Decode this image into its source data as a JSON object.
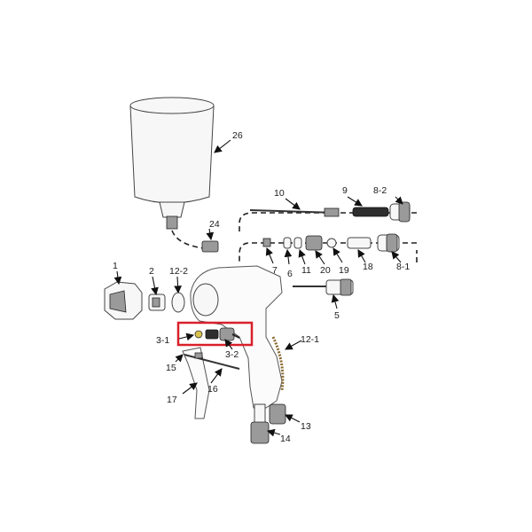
{
  "colors": {
    "highlight": "#d9202b",
    "line": "#444444",
    "background": "#ffffff"
  },
  "parts": [
    {
      "id": "p1",
      "label": "1"
    },
    {
      "id": "p2",
      "label": "2"
    },
    {
      "id": "p12_2",
      "label": "12-2"
    },
    {
      "id": "p26",
      "label": "26"
    },
    {
      "id": "p24",
      "label": "24"
    },
    {
      "id": "p10",
      "label": "10"
    },
    {
      "id": "p9",
      "label": "9"
    },
    {
      "id": "p8_2",
      "label": "8-2"
    },
    {
      "id": "p7",
      "label": "7"
    },
    {
      "id": "p6",
      "label": "6"
    },
    {
      "id": "p11",
      "label": "11"
    },
    {
      "id": "p20",
      "label": "20"
    },
    {
      "id": "p19",
      "label": "19"
    },
    {
      "id": "p18",
      "label": "18"
    },
    {
      "id": "p8_1",
      "label": "8-1"
    },
    {
      "id": "p5",
      "label": "5"
    },
    {
      "id": "p3_1",
      "label": "3-1"
    },
    {
      "id": "p3_2",
      "label": "3-2"
    },
    {
      "id": "p12_1",
      "label": "12-1"
    },
    {
      "id": "p15",
      "label": "15"
    },
    {
      "id": "p16",
      "label": "16"
    },
    {
      "id": "p17",
      "label": "17"
    },
    {
      "id": "p13",
      "label": "13"
    },
    {
      "id": "p14",
      "label": "14"
    }
  ]
}
